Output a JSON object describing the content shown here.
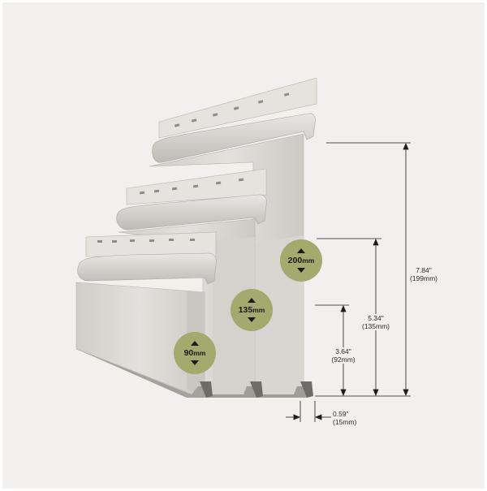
{
  "colors": {
    "background": "#f1f0ee",
    "siding": "#d9d8d3",
    "badge": "#a4a96d"
  },
  "badges": [
    {
      "num": "200",
      "unit": "mm"
    },
    {
      "num": "135",
      "unit": "mm"
    },
    {
      "num": "90",
      "unit": "mm"
    }
  ],
  "dimensions": {
    "d199": {
      "inch": "7.84\"",
      "mm": "(199mm)"
    },
    "d135": {
      "inch": "5.34\"",
      "mm": "(135mm)"
    },
    "d92": {
      "inch": "3.64\"",
      "mm": "(92mm)"
    },
    "d15": {
      "inch": "0.59\"",
      "mm": "(15mm)"
    }
  }
}
